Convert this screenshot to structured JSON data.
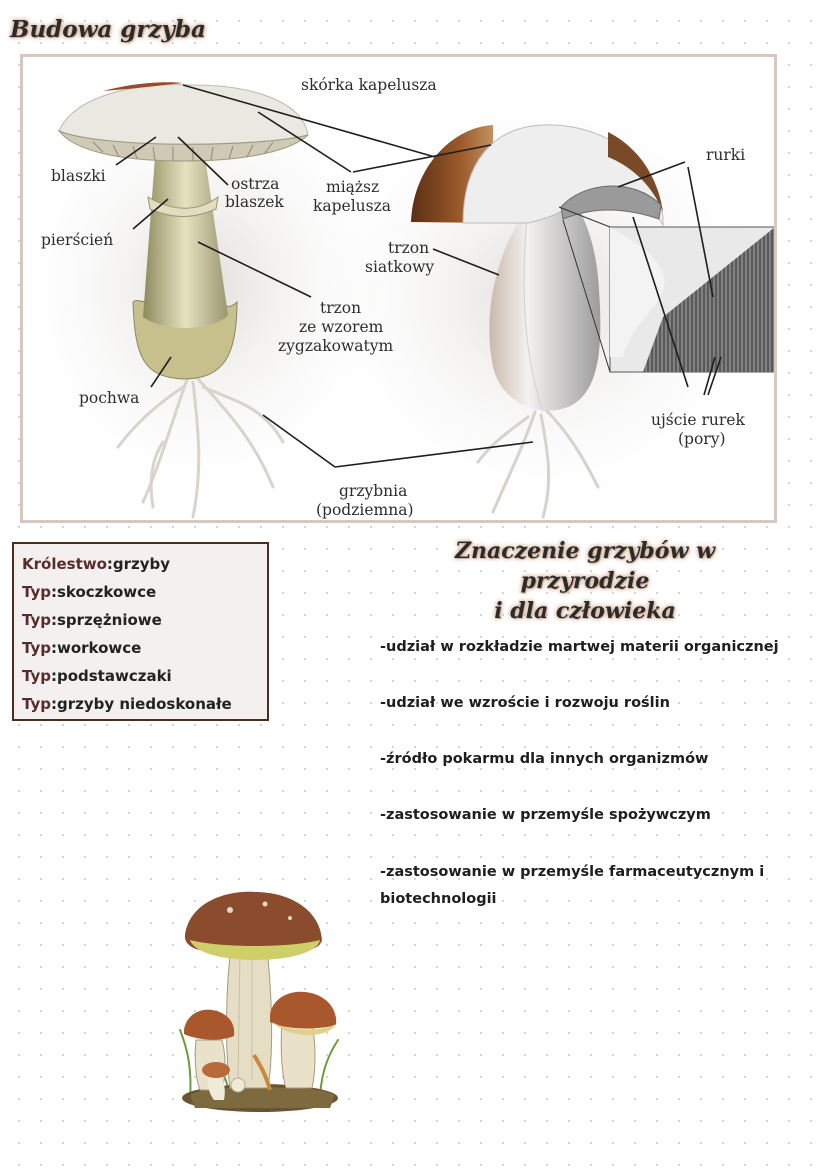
{
  "main_title": "Budowa grzyba",
  "diagram": {
    "labels": {
      "skorka": "skórka kapelusza",
      "blaszki": "blaszki",
      "ostrza_1": "ostrza",
      "ostrza_2": "blaszek",
      "miazsz_1": "miąższ",
      "miazsz_2": "kapelusza",
      "rurki": "rurki",
      "pierscien": "pierścień",
      "trzon_siat_1": "trzon",
      "trzon_siat_2": "siatkowy",
      "trzon_zyg_1": "trzon",
      "trzon_zyg_2": "ze wzorem",
      "trzon_zyg_3": "zygzakowatym",
      "pochwa": "pochwa",
      "ujscie_1": "ujście rurek",
      "ujscie_2": "(pory)",
      "grzybnia_1": "grzybnia",
      "grzybnia_2": "(podziemna)"
    }
  },
  "taxonomy": [
    {
      "key": "Królestwo",
      "value": "grzyby"
    },
    {
      "key": "Typ",
      "value": "skoczkowce"
    },
    {
      "key": "Typ",
      "value": "sprzężniowe"
    },
    {
      "key": "Typ",
      "value": "workowce"
    },
    {
      "key": "Typ",
      "value": "podstawczaki"
    },
    {
      "key": "Typ",
      "value": "grzyby niedoskonałe"
    }
  ],
  "section_title_line1": "Znaczenie grzybów w przyrodzie",
  "section_title_line2": "i dla człowieka",
  "roles": [
    "-udział w rozkładzie martwej materii organicznej",
    "-udział we wzroście i rozwoju roślin",
    "-źródło pokarmu dla innych organizmów",
    "-zastosowanie w przemyśle spożywczym",
    "-zastosowanie w przemyśle farmaceutycznym i biotechnologii"
  ]
}
